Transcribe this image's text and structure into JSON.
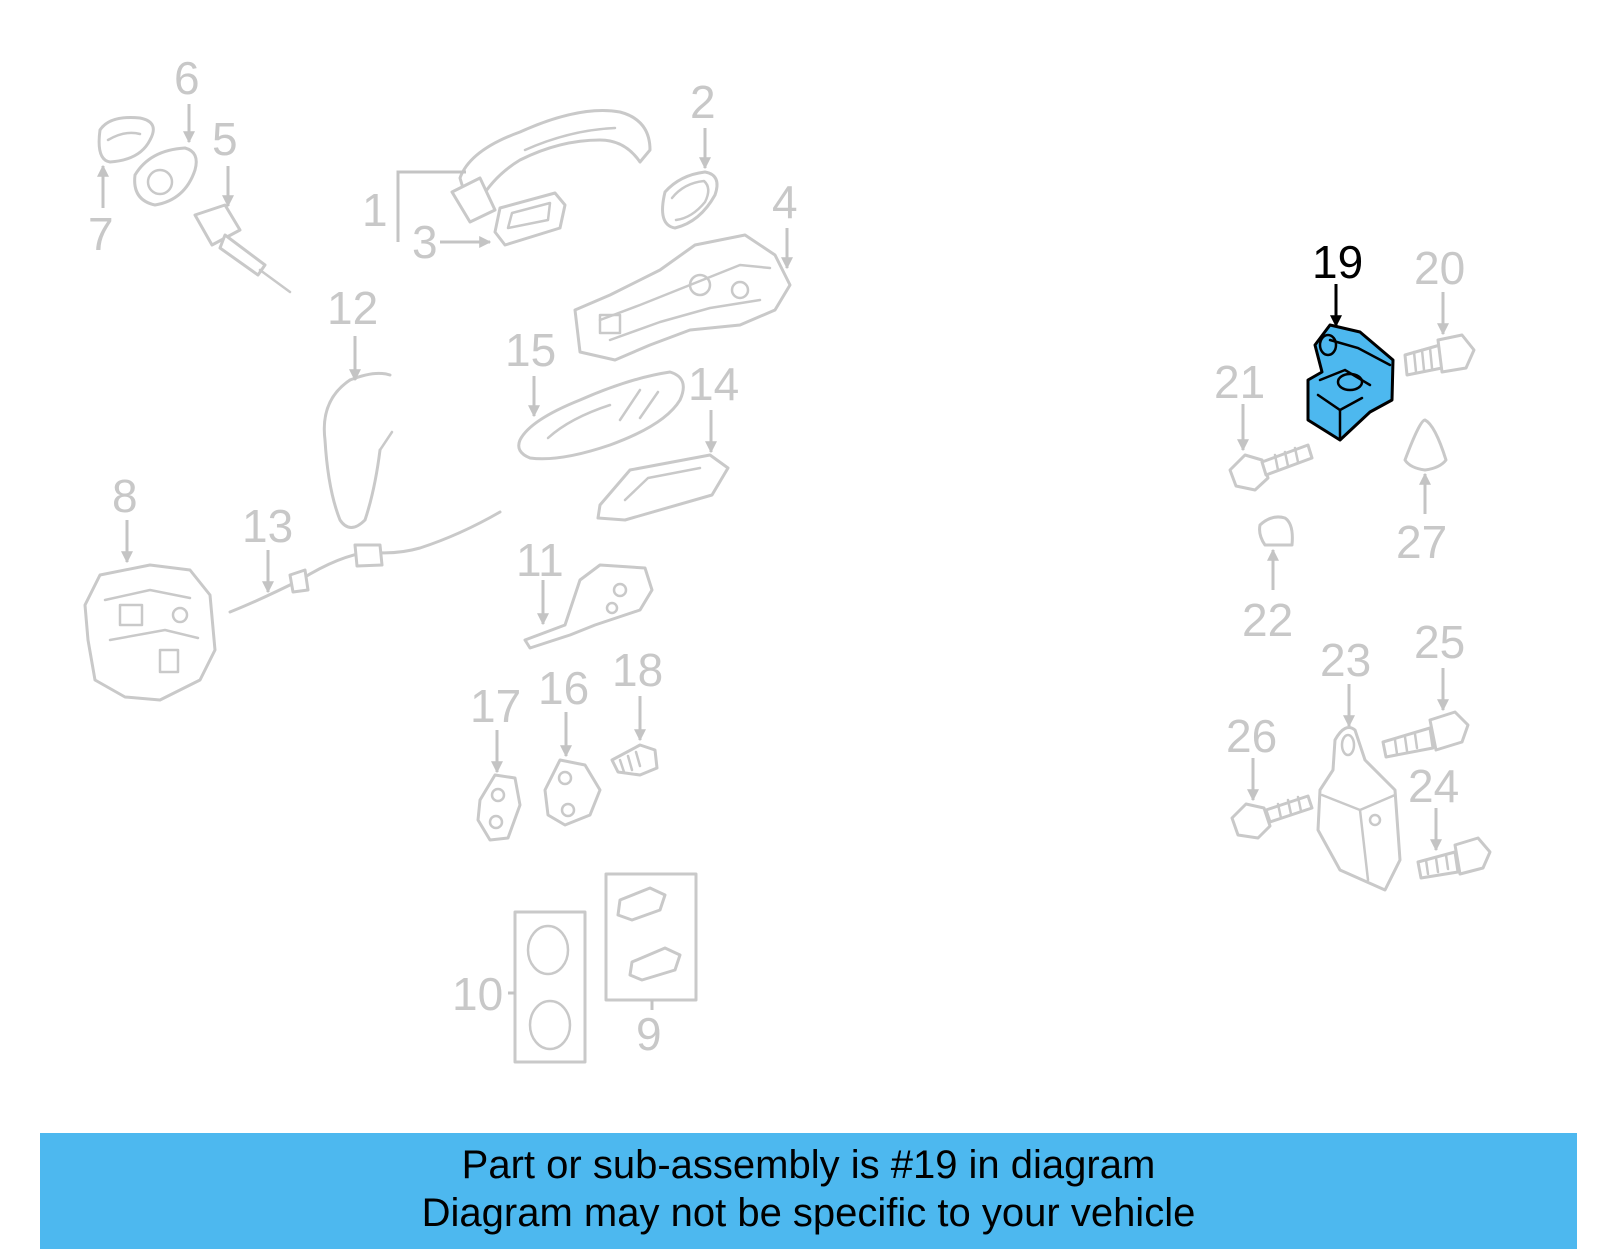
{
  "diagram": {
    "highlighted_part": "19",
    "highlight_color": "#4db8ef",
    "labels": {
      "p1": "1",
      "p2": "2",
      "p3": "3",
      "p4": "4",
      "p5": "5",
      "p6": "6",
      "p7": "7",
      "p8": "8",
      "p9": "9",
      "p10": "10",
      "p11": "11",
      "p12": "12",
      "p13": "13",
      "p14": "14",
      "p15": "15",
      "p16": "16",
      "p17": "17",
      "p18": "18",
      "p19": "19",
      "p20": "20",
      "p21": "21",
      "p22": "22",
      "p23": "23",
      "p24": "24",
      "p25": "25",
      "p26": "26",
      "p27": "27"
    }
  },
  "banner": {
    "line1": "Part or sub-assembly is #19 in diagram",
    "line2": "Diagram may not be specific to your vehicle",
    "color": "#4db8ef"
  }
}
